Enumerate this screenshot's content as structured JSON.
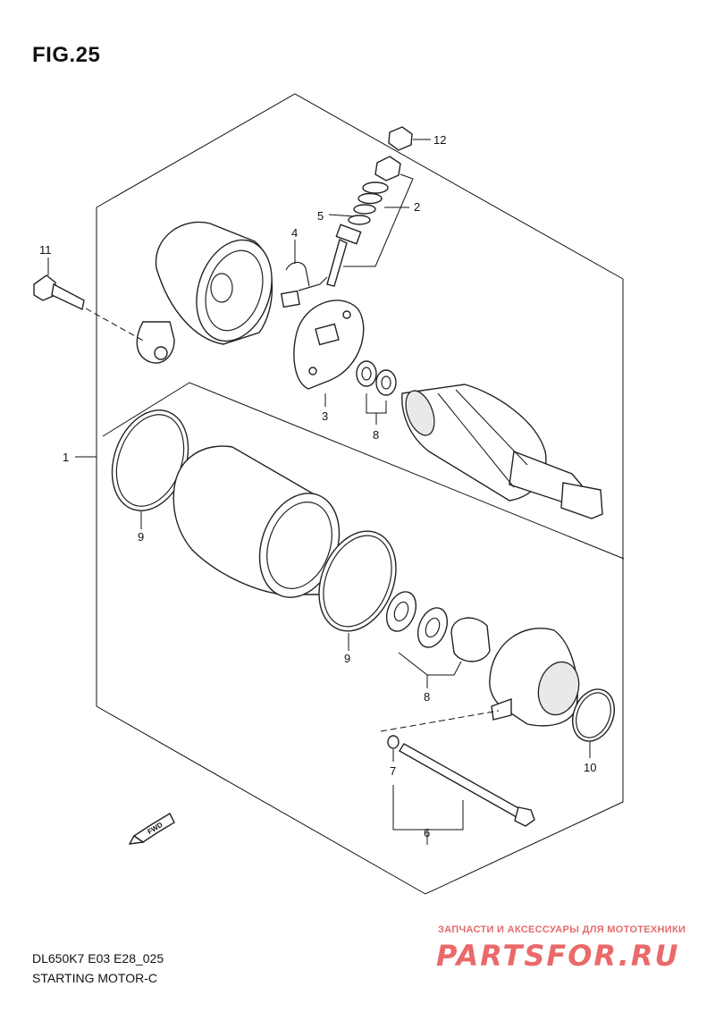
{
  "figure": {
    "title": "FIG.25",
    "code": "DL650K7 E03 E28_025",
    "subtitle": "STARTING MOTOR-C"
  },
  "parts": {
    "p1": "1",
    "p2": "2",
    "p3": "3",
    "p4": "4",
    "p5": "5",
    "p6": "6",
    "p7": "7",
    "p8a": "8",
    "p8b": "8",
    "p9a": "9",
    "p9b": "9",
    "p10": "10",
    "p11": "11",
    "p12": "12"
  },
  "fwd_label": "FWD",
  "watermark": {
    "tagline": "ЗАПЧАСТИ И АКСЕССУАРЫ ДЛЯ МОТОТЕХНИКИ",
    "logo": "PARTSFOR.RU"
  }
}
